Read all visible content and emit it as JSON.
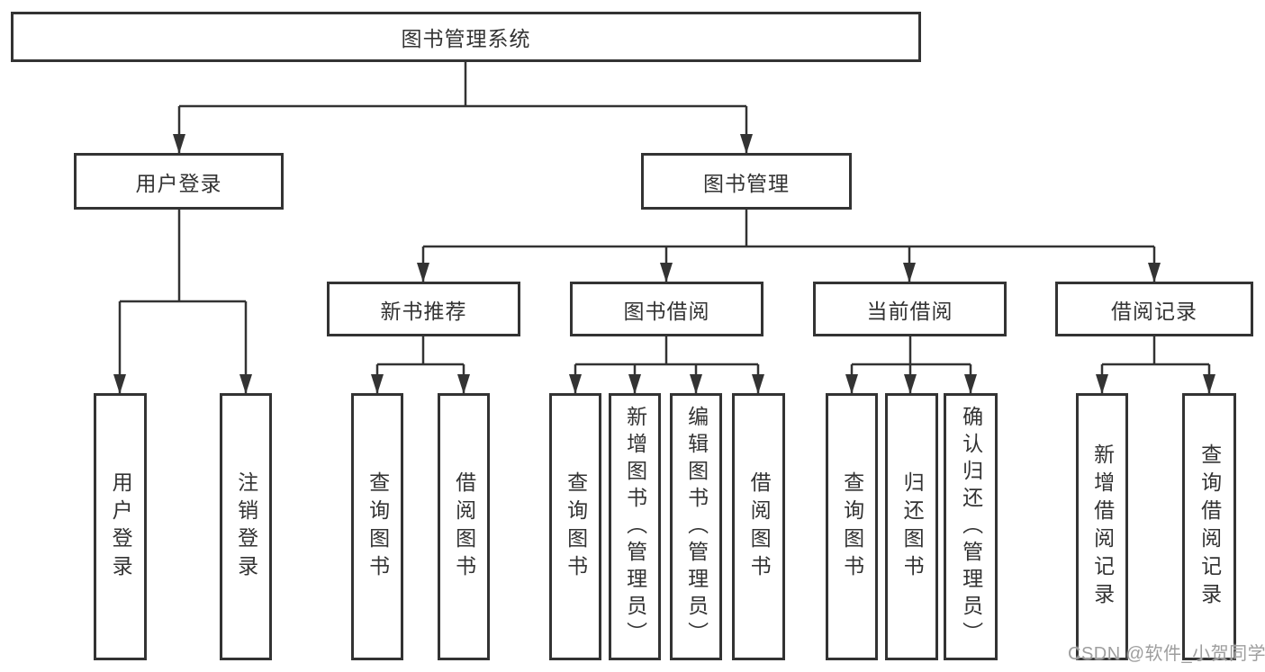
{
  "nodes": {
    "root": "图书管理系统",
    "user_login": "用户登录",
    "book_management": "图书管理",
    "new_book_recommend": "新书推荐",
    "book_borrowing": "图书借阅",
    "current_borrowing": "当前借阅",
    "borrowing_records": "借阅记录",
    "leaf_user_login": "用户登录",
    "leaf_logout": "注销登录",
    "nbr_query_books": "查询图书",
    "nbr_borrow_books": "借阅图书",
    "bb_query_books": "查询图书",
    "bb_add_books_admin": "新增图书（管理员）",
    "bb_edit_books_admin": "编辑图书（管理员）",
    "bb_borrow_books": "借阅图书",
    "cb_query_books": "查询图书",
    "cb_return_books": "归还图书",
    "cb_confirm_return_admin": "确认归还（管理员）",
    "br_add_record": "新增借阅记录",
    "br_query_record": "查询借阅记录"
  },
  "watermark": "CSDN @软件_小贺同学",
  "colors": {
    "line": "#333333",
    "text": "#333333",
    "box_background": "#ffffff",
    "page_background": "#ffffff",
    "watermark": "#9e9e9e"
  }
}
